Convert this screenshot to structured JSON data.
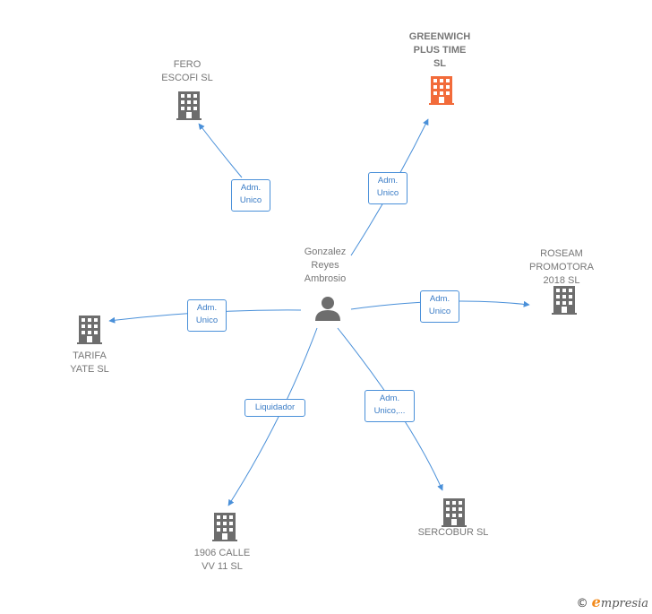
{
  "center": {
    "name": "Gonzalez\nReyes\nAmbrosio",
    "icon": "person-icon"
  },
  "companies": [
    {
      "id": "fero",
      "name": "FERO\nESCOFI SL",
      "icon": "building-icon",
      "color": "#6d6d6d",
      "highlight": false,
      "relation": "Adm.\nUnico"
    },
    {
      "id": "greenwich",
      "name": "GREENWICH\nPLUS TIME\nSL",
      "icon": "building-icon",
      "color": "#f26b3a",
      "highlight": true,
      "relation": "Adm.\nUnico"
    },
    {
      "id": "roseam",
      "name": "ROSEAM\nPROMOTORA\n2018  SL",
      "icon": "building-icon",
      "color": "#6d6d6d",
      "highlight": false,
      "relation": "Adm.\nUnico"
    },
    {
      "id": "tarifa",
      "name": "TARIFA\nYATE  SL",
      "icon": "building-icon",
      "color": "#6d6d6d",
      "highlight": false,
      "relation": "Adm.\nUnico"
    },
    {
      "id": "calle",
      "name": "1906 CALLE\nVV 11  SL",
      "icon": "building-icon",
      "color": "#6d6d6d",
      "highlight": false,
      "relation": "Liquidador"
    },
    {
      "id": "sercobur",
      "name": "SERCOBUR SL",
      "icon": "building-icon",
      "color": "#6d6d6d",
      "highlight": false,
      "relation": "Adm.\nUnico,..."
    }
  ],
  "edge_color": "#4a90d9",
  "watermark": {
    "symbol": "©",
    "brand_initial": "e",
    "brand_rest": "mpresia"
  }
}
